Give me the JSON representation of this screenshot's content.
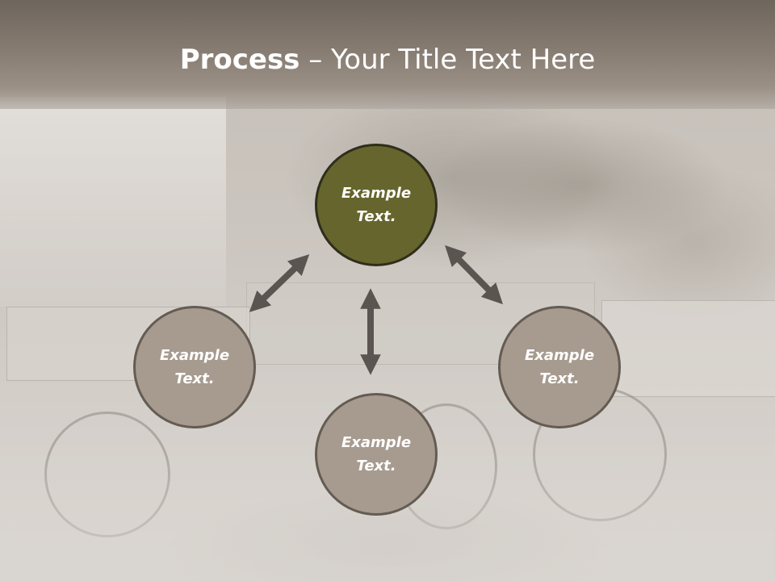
{
  "title": {
    "bold": "Process",
    "rest": " – Your Title Text Here"
  },
  "diagram": {
    "nodes": [
      {
        "id": "top",
        "line1": "Example",
        "line2": "Text."
      },
      {
        "id": "left",
        "line1": "Example",
        "line2": "Text."
      },
      {
        "id": "right",
        "line1": "Example",
        "line2": "Text."
      },
      {
        "id": "bottom",
        "line1": "Example",
        "line2": "Text."
      }
    ]
  },
  "colors": {
    "accent_node": "#66652d",
    "node_fill": "#a79b8f",
    "arrow": "#5a5550",
    "title_band": "#857b71"
  }
}
